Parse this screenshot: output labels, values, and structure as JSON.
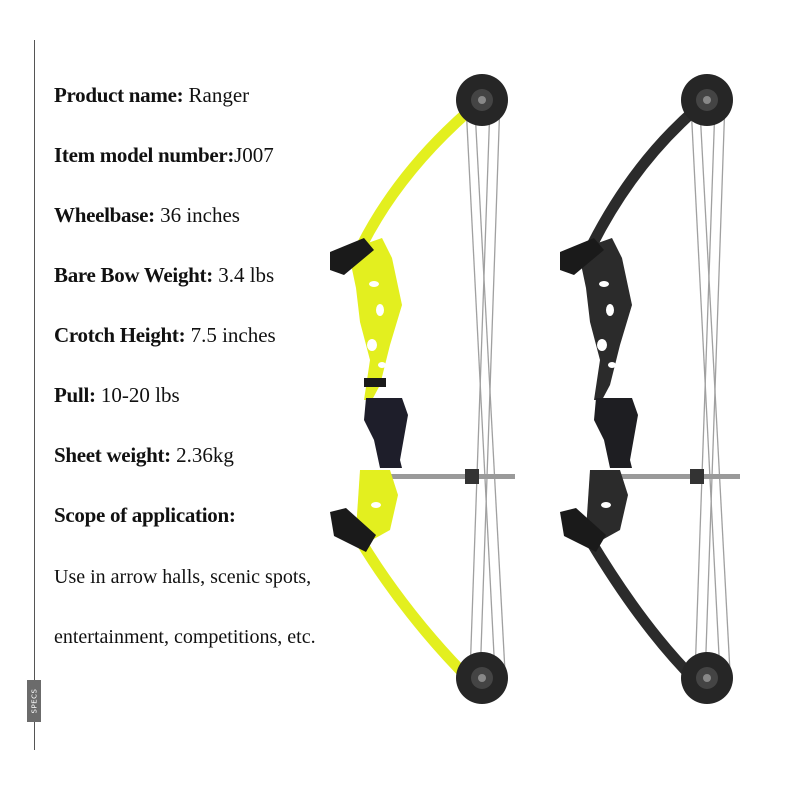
{
  "side_tag": "SPECS",
  "specs": [
    {
      "label": "Product name:",
      "value": "Ranger"
    },
    {
      "label": "Item model number:",
      "value": "J007"
    },
    {
      "label": "Wheelbase:",
      "value": "36 inches"
    },
    {
      "label": "Bare Bow Weight:",
      "value": "3.4 lbs"
    },
    {
      "label": "Crotch Height:",
      "value": "7.5 inches"
    },
    {
      "label": "Pull:",
      "value": "10-20 lbs"
    },
    {
      "label": "Sheet weight:",
      "value": "2.36kg"
    },
    {
      "label": "Scope of application:",
      "value": ""
    }
  ],
  "application_text": [
    "Use in arrow halls, scenic spots,",
    "entertainment, competitions, etc."
  ],
  "colors": {
    "yellow_bow": "#e3ef1f",
    "black_bow": "#2b2b2b",
    "grip": "#1e1e2a",
    "string": "#9a9a9a",
    "rod": "#8a8a8a"
  }
}
